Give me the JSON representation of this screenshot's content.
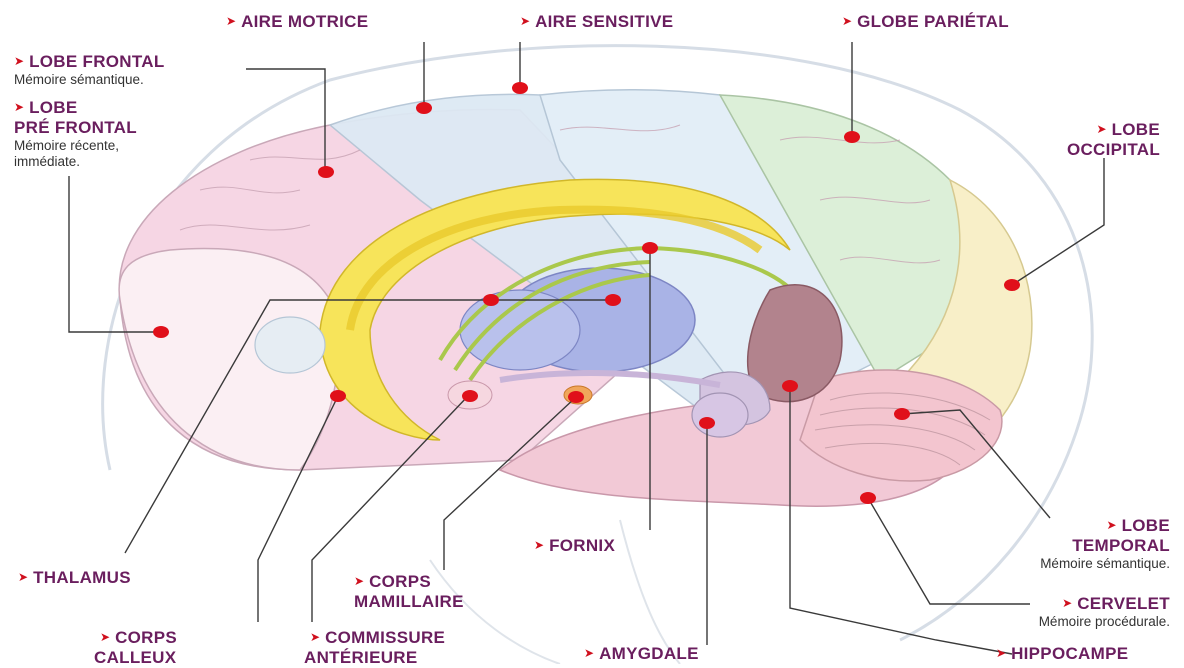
{
  "labels": {
    "aire_motrice": "AIRE MOTRICE",
    "aire_sensitive": "AIRE SENSITIVE",
    "globe_parietal": "GLOBE PARIÉTAL",
    "lobe_frontal": "LOBE FRONTAL",
    "lobe_frontal_desc": "Mémoire sémantique.",
    "lobe_prefrontal_1": "LOBE",
    "lobe_prefrontal_2": "PRÉ FRONTAL",
    "lobe_prefrontal_desc_1": "Mémoire récente,",
    "lobe_prefrontal_desc_2": "immédiate.",
    "lobe_occipital_1": "LOBE",
    "lobe_occipital_2": "OCCIPITAL",
    "fornix": "FORNIX",
    "thalamus": "THALAMUS",
    "corps_mamillaire_1": "CORPS",
    "corps_mamillaire_2": "MAMILLAIRE",
    "lobe_temporal_1": "LOBE",
    "lobe_temporal_2": "TEMPORAL",
    "lobe_temporal_desc": "Mémoire sémantique.",
    "cervelet": "CERVELET",
    "cervelet_desc": "Mémoire procédurale.",
    "corps_calleux_1": "CORPS",
    "corps_calleux_2": "CALLEUX",
    "commissure_1": "COMMISSURE",
    "commissure_2": "ANTÉRIEURE",
    "amygdale": "AMYGDALE",
    "hippocampe": "HIPPOCAMPE"
  },
  "colors": {
    "label_text": "#6a1e5e",
    "arrow": "#d0101e",
    "marker": "#e0101a"
  }
}
